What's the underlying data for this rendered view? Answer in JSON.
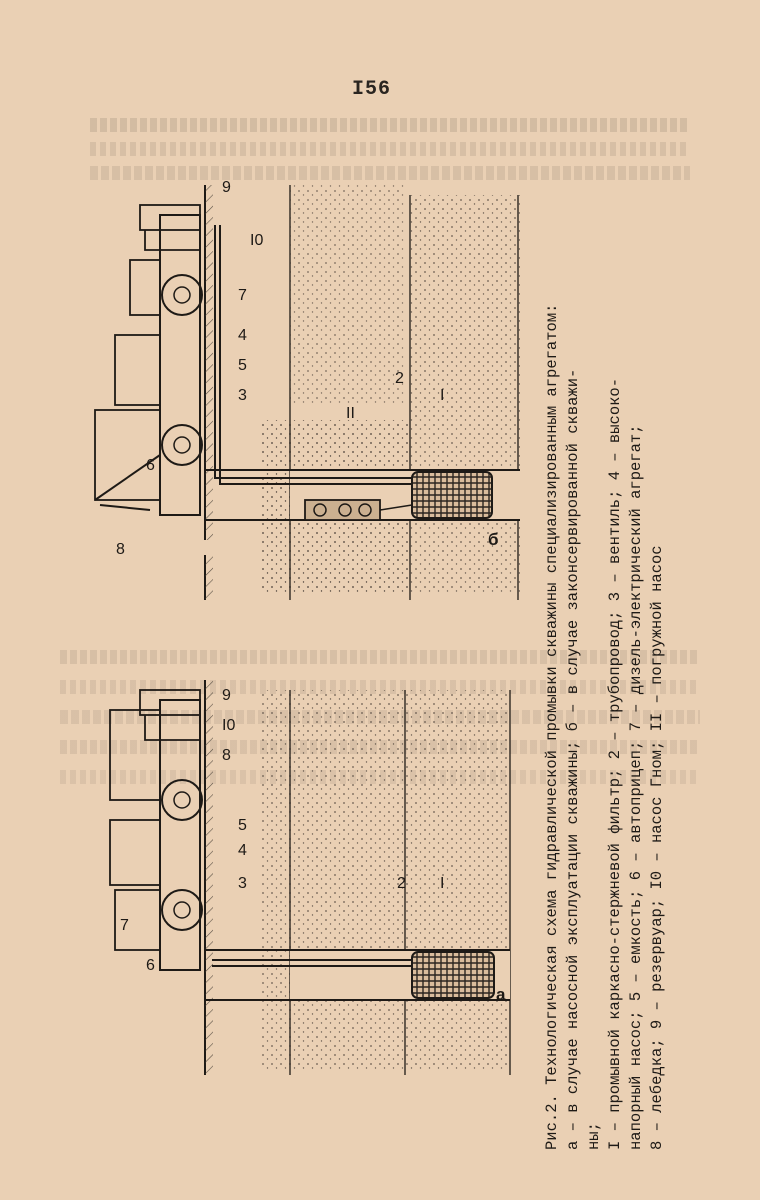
{
  "page": {
    "number": "I56"
  },
  "figure": {
    "panel_a_label": "а",
    "panel_b_label": "б",
    "labels_a": {
      "l1": "I",
      "l2": "2",
      "l3": "3",
      "l4": "4",
      "l5": "5",
      "l6": "6",
      "l7": "7",
      "l8": "8",
      "l9": "9",
      "l10": "I0"
    },
    "labels_b": {
      "l1": "I",
      "l2": "2",
      "l3": "3",
      "l4": "4",
      "l5": "5",
      "l6": "6",
      "l7": "7",
      "l8": "8",
      "l9": "9",
      "l10": "I0",
      "l11": "II"
    }
  },
  "caption": {
    "line1": "Рис.2. Технологическая схема гидравлической промывки скважины специализированным агрегатом:",
    "line2": "а – в случае насосной эксплуатации скважины; б – в случае законсервированной скважи-",
    "line3": "ны;",
    "line4": "I – промывной каркасно-стержневой фильтр; 2 – трубопровод; 3 – вентиль; 4 – высоко-",
    "line5": "напорный насос; 5 – емкость; 6 – автоприцеп; 7 – дизель-электрический агрегат;",
    "line6": "8 – лебедка; 9 – резервуар; I0 – насос Гном; II – погружной насос"
  }
}
